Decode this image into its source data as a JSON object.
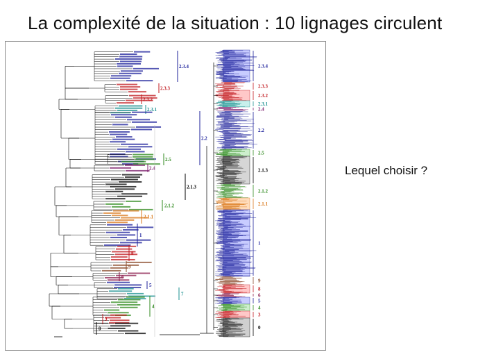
{
  "slide": {
    "title": "La complexité de la situation : 10 lignages circulent",
    "question": "Lequel choisir ?"
  },
  "figure": {
    "left_tree_clades": [
      {
        "label": "2.3.4",
        "color": "#1b1f9a"
      },
      {
        "label": "2.3.3",
        "color": "#c0181e"
      },
      {
        "label": "2.3.2",
        "color": "#c0181e"
      },
      {
        "label": "2.3.1",
        "color": "#1a8f8f"
      },
      {
        "label": "2.2",
        "color": "#1b1f9a"
      },
      {
        "label": "2.5",
        "color": "#2f8a1e"
      },
      {
        "label": "2.4",
        "color": "#7a1a6a"
      },
      {
        "label": "2.1.3",
        "color": "#000000"
      },
      {
        "label": "2.1.2",
        "color": "#2f8a1e"
      },
      {
        "label": "2.1.1",
        "color": "#d9771a"
      },
      {
        "label": "1",
        "color": "#1b1f9a"
      },
      {
        "label": "8",
        "color": "#c0181e"
      },
      {
        "label": "9",
        "color": "#8a4a2a"
      },
      {
        "label": "6",
        "color": "#8a1a4a"
      },
      {
        "label": "5",
        "color": "#1b1f9a"
      },
      {
        "label": "7",
        "color": "#1a8f8f"
      },
      {
        "label": "4",
        "color": "#2f8a1e"
      },
      {
        "label": "3",
        "color": "#c0181e"
      },
      {
        "label": "0",
        "color": "#000000"
      }
    ],
    "right_tree_clades": [
      {
        "label": "2.3.4",
        "color": "#1b1f9a",
        "band": "#c8ccff"
      },
      {
        "label": "2.3.3",
        "color": "#c0181e",
        "band": "#ffffff"
      },
      {
        "label": "2.3.2",
        "color": "#c0181e",
        "band": "#ffc8c8"
      },
      {
        "label": "2.3.1",
        "color": "#1a8f8f",
        "band": "#c8f0ec"
      },
      {
        "label": "2.4",
        "color": "#7a1a6a",
        "band": "#ffffff"
      },
      {
        "label": "2.2",
        "color": "#1b1f9a",
        "band": "#ffffff"
      },
      {
        "label": "2.5",
        "color": "#2f8a1e",
        "band": "#cdeecd"
      },
      {
        "label": "2.1.3",
        "color": "#000000",
        "band": "#d6d6d6"
      },
      {
        "label": "2.1.2",
        "color": "#2f8a1e",
        "band": "#ffffff"
      },
      {
        "label": "2.1.1",
        "color": "#d9771a",
        "band": "#ffdcbc"
      },
      {
        "label": "1",
        "color": "#1b1f9a",
        "band": "#c8ccff"
      },
      {
        "label": "9",
        "color": "#8a4a2a",
        "band": "#ffffff"
      },
      {
        "label": "8",
        "color": "#c0181e",
        "band": "#ffc8c8"
      },
      {
        "label": "6",
        "color": "#8a1a4a",
        "band": "#ffffff"
      },
      {
        "label": "5",
        "color": "#1b1f9a",
        "band": "#c8ccff"
      },
      {
        "label": "4",
        "color": "#2f8a1e",
        "band": "#cdeecd"
      },
      {
        "label": "3",
        "color": "#c0181e",
        "band": "#ffc8c8"
      },
      {
        "label": "0",
        "color": "#000000",
        "band": "#cfcfcf"
      }
    ]
  }
}
